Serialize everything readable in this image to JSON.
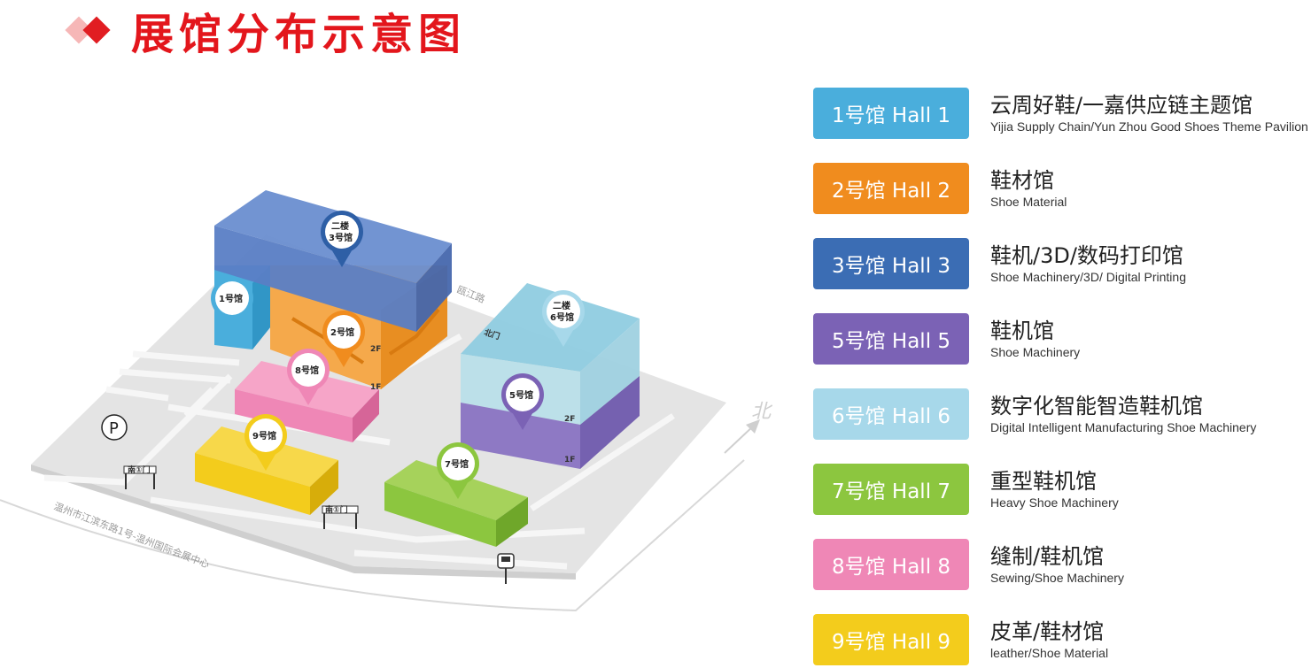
{
  "header": {
    "title": "展馆分布示意图"
  },
  "legend": [
    {
      "badge": "1号馆 Hall 1",
      "cn": "云周好鞋/一嘉供应链主题馆",
      "en": "Yijia Supply Chain/Yun Zhou Good Shoes Theme Pavilion",
      "color": "#4aaedc"
    },
    {
      "badge": "2号馆 Hall 2",
      "cn": "鞋材馆",
      "en": "Shoe Material",
      "color": "#f08c1e"
    },
    {
      "badge": "3号馆 Hall 3",
      "cn": "鞋机/3D/数码打印馆",
      "en": "Shoe Machinery/3D/ Digital Printing",
      "color": "#3b6db4"
    },
    {
      "badge": "5号馆 Hall 5",
      "cn": "鞋机馆",
      "en": "Shoe Machinery",
      "color": "#7b62b5"
    },
    {
      "badge": "6号馆 Hall 6",
      "cn": "数字化智能智造鞋机馆",
      "en": "Digital Intelligent Manufacturing Shoe Machinery",
      "color": "#a7d8ea"
    },
    {
      "badge": "7号馆 Hall 7",
      "cn": "重型鞋机馆",
      "en": "Heavy Shoe Machinery",
      "color": "#8cc63f"
    },
    {
      "badge": "8号馆 Hall 8",
      "cn": "缝制/鞋机馆",
      "en": "Sewing/Shoe Machinery",
      "color": "#ef87b6"
    },
    {
      "badge": "9号馆 Hall 9",
      "cn": "皮革/鞋材馆",
      "en": "leather/Shoe Material",
      "color": "#f3cc1c"
    }
  ],
  "map": {
    "pins": {
      "hall1": "1号馆",
      "hall2": "2号馆",
      "hall3_floor": "二楼",
      "hall3": "3号馆",
      "hall5": "5号馆",
      "hall6_floor": "二楼",
      "hall6": "6号馆",
      "hall7": "7号馆",
      "hall8": "8号馆",
      "hall9": "9号馆"
    },
    "floor_2f": "2F",
    "floor_1f": "1F",
    "north_gate": "北门",
    "south_gate_1": "南①门",
    "south_gate_2": "南①门",
    "parking": "P",
    "road_north": "瓯江路",
    "road_south": "温州市江滨东路1号-温州国际会展中心",
    "north": "北",
    "icons": [
      "parking-icon",
      "bus-stop-icon",
      "north-arrow-icon",
      "map-pin-icon"
    ]
  }
}
